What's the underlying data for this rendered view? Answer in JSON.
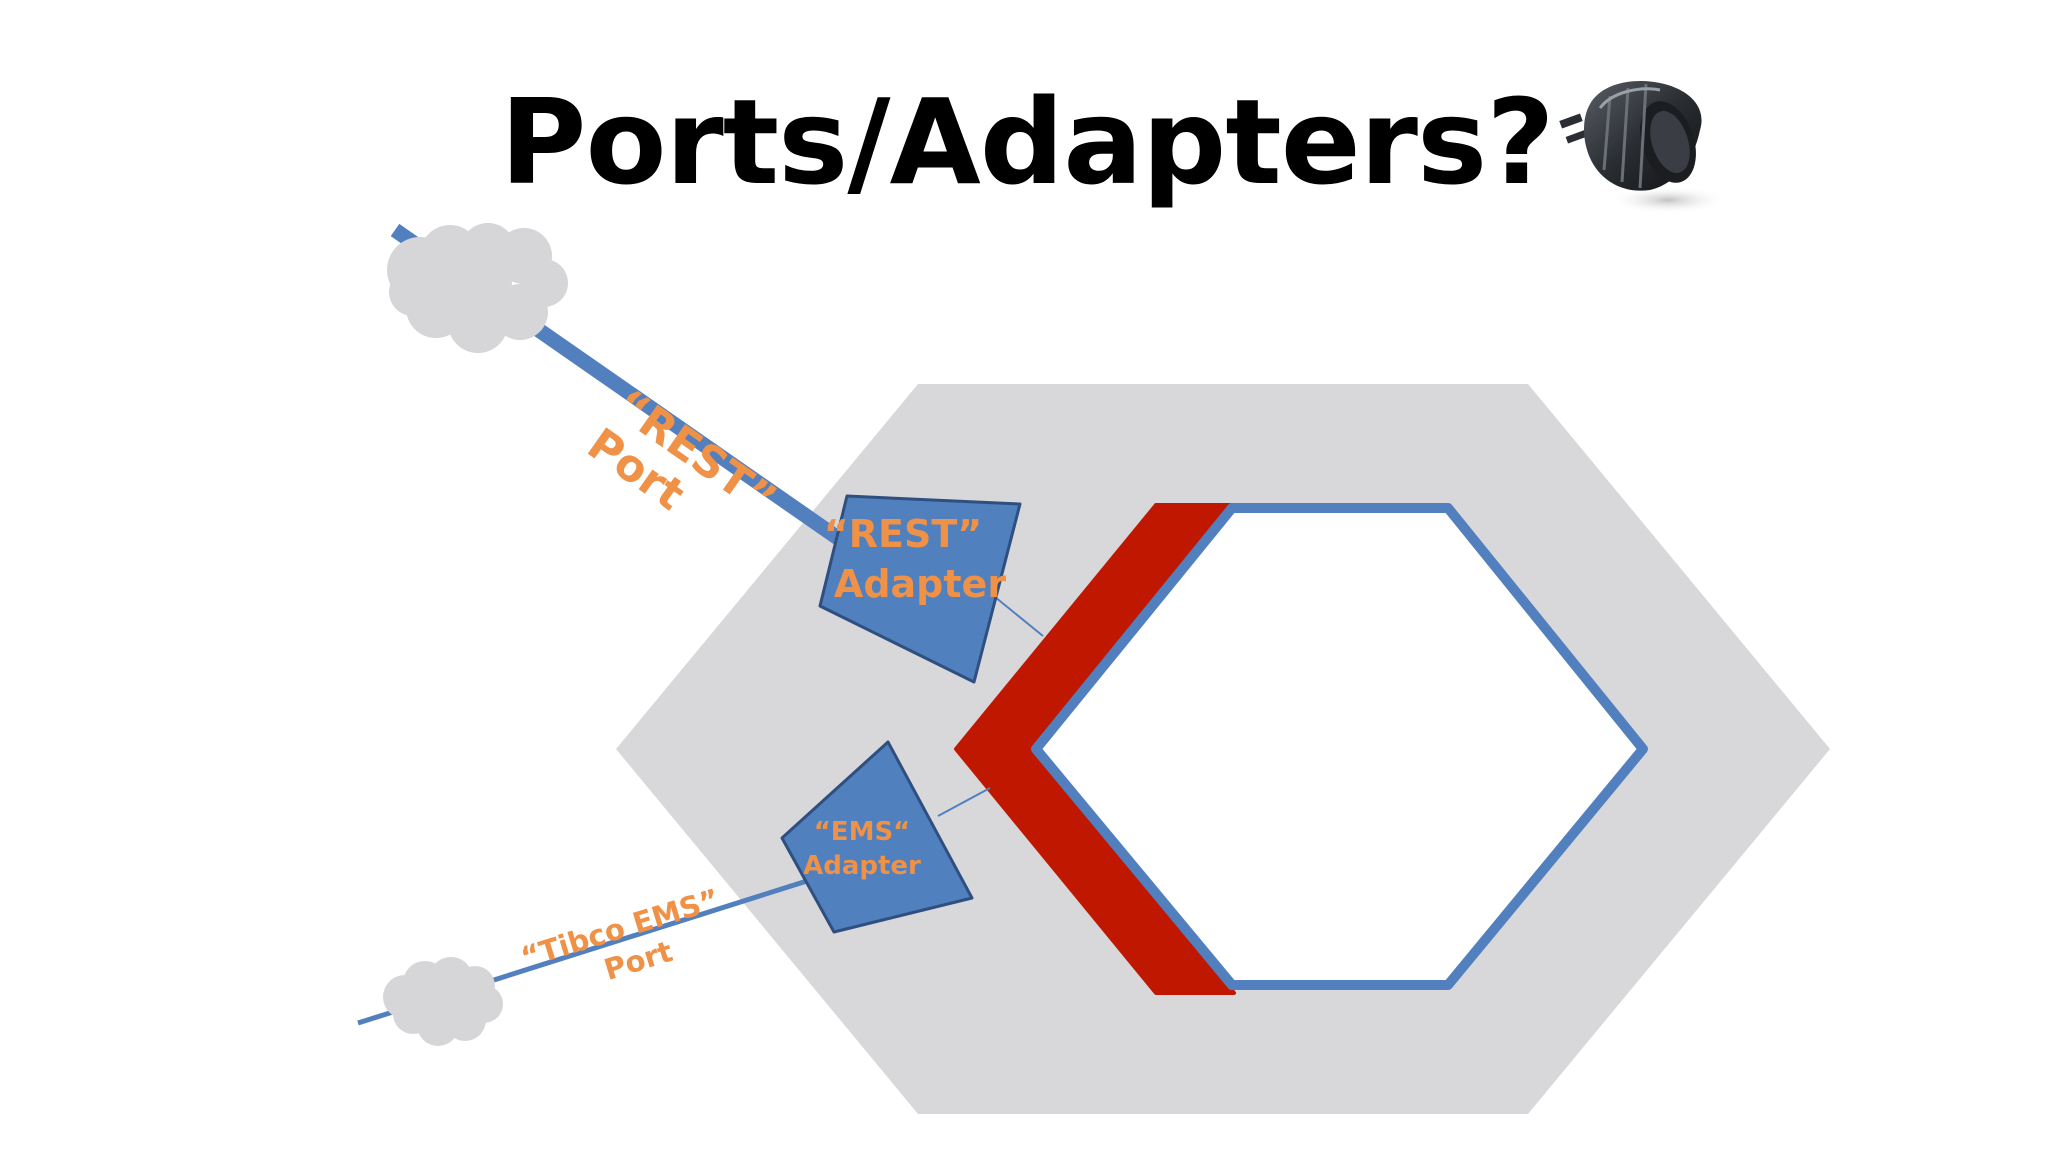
{
  "slide": {
    "title": "Ports/Adapters?"
  },
  "colors": {
    "outer_hexagon": "#d8d8da",
    "inner_hexagon_fill": "#ffffff",
    "inner_hexagon_border": "#5280be",
    "port_line": "#5280be",
    "adapter_fill": "#5080bd",
    "adapter_border": "#2f4f80",
    "red_edge": "#c01800",
    "cloud": "#d6d6d8",
    "label_orange": "#ef9147"
  },
  "diagram": {
    "rest_port": {
      "label_line1": "“REST”",
      "label_line2": "Port"
    },
    "rest_adapter": {
      "label_line1": "“REST”",
      "label_line2": "Adapter"
    },
    "ems_adapter": {
      "label_line1": "“EMS“",
      "label_line2": "Adapter"
    },
    "ems_port": {
      "label_line1": "“Tibco EMS”",
      "label_line2": "Port"
    },
    "icon": "travel-plug-adapter-icon"
  }
}
